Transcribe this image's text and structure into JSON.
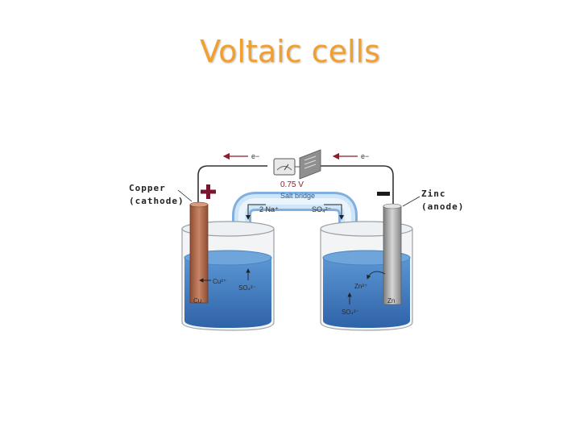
{
  "slide": {
    "title": "Voltaic cells"
  },
  "diagram": {
    "electron_left": "e−",
    "electron_right": "e−",
    "voltage": "0.75 V",
    "cathode_label_1": "Copper",
    "cathode_label_2": "(cathode)",
    "anode_label_1": "Zinc",
    "anode_label_2": "(anode)",
    "salt_bridge": "Salt bridge",
    "bridge_left_ion": "2 Na⁺",
    "bridge_right_ion": "SO₄²⁻",
    "left_ions": [
      "Cu²⁺",
      "SO₄²⁻",
      "Cu"
    ],
    "right_ions": [
      "Zn²⁺",
      "SO₄²⁻",
      "Zn"
    ],
    "colors": {
      "title": "#f0a030",
      "sign": "#7a1530",
      "solution": "#3f7fc4",
      "copper": "#b56a45",
      "zinc": "#9a9a9a"
    }
  }
}
